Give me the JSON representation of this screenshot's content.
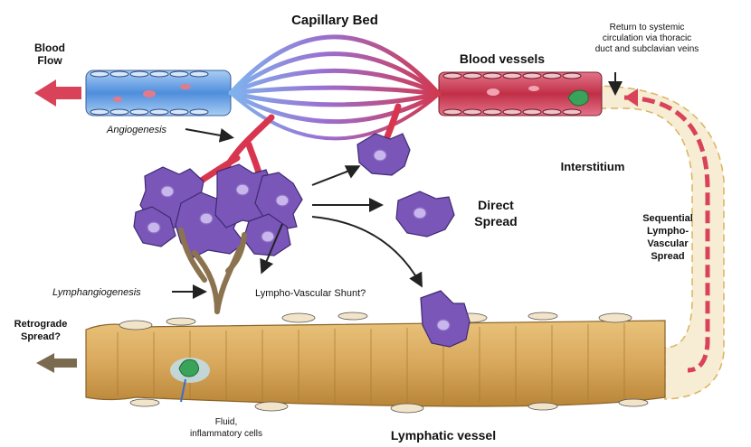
{
  "labels": {
    "capillary_bed": "Capillary Bed",
    "blood_flow_1": "Blood",
    "blood_flow_2": "Flow",
    "blood_vessels": "Blood vessels",
    "return_1": "Return to systemic",
    "return_2": "circulation via thoracic",
    "return_3": "duct and subclavian veins",
    "angiogenesis": "Angiogenesis",
    "interstitium": "Interstitium",
    "direct_spread_1": "Direct",
    "direct_spread_2": "Spread",
    "sequential_1": "Sequential",
    "sequential_2": "Lympho-",
    "sequential_3": "Vascular",
    "sequential_4": "Spread",
    "lymphangiogenesis": "Lymphangiogenesis",
    "shunt": "Lympho-Vascular Shunt?",
    "retrograde_1": "Retrograde",
    "retrograde_2": "Spread?",
    "fluid_1": "Fluid,",
    "fluid_2": "inflammatory cells",
    "lymphatic_vessel": "Lymphatic vessel"
  },
  "colors": {
    "artery": "#c8334a",
    "vein": "#6a9ee0",
    "capillary_mid": "#9a6fd0",
    "tumor_cell": "#7a56b8",
    "tumor_nucleus": "#c8b6ec",
    "lymph_vessel": "#d8a85c",
    "lymph_vessel_dark": "#a8782e",
    "interstitium_fill": "#f7ecd4",
    "arrow_red": "#d9435a",
    "lymphatic_sprout": "#8c7350"
  }
}
